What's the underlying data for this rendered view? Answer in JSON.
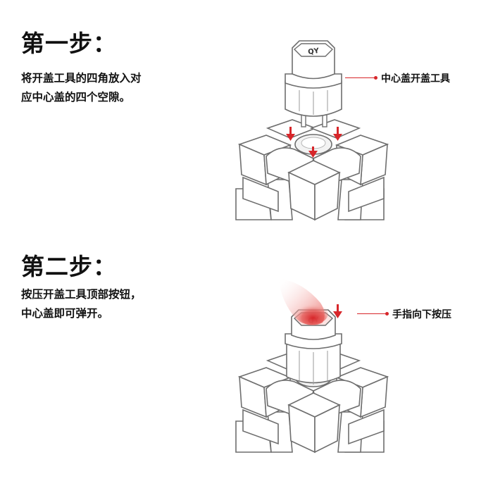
{
  "steps": [
    {
      "title": "第一步：",
      "description": "将开盖工具的四角放入对\n应中心盖的四个空隙。",
      "callout": "中心盖开盖工具"
    },
    {
      "title": "第二步：",
      "description": "按压开盖工具顶部按钮，\n中心盖即可弹开。",
      "callout": "手指向下按压"
    }
  ],
  "colors": {
    "accent": "#d7262a",
    "outline": "#6e6e6e",
    "text": "#111111"
  },
  "icons": [
    "cube-icon",
    "cap-opener-tool-icon",
    "down-arrow-icon",
    "finger-press-icon"
  ]
}
